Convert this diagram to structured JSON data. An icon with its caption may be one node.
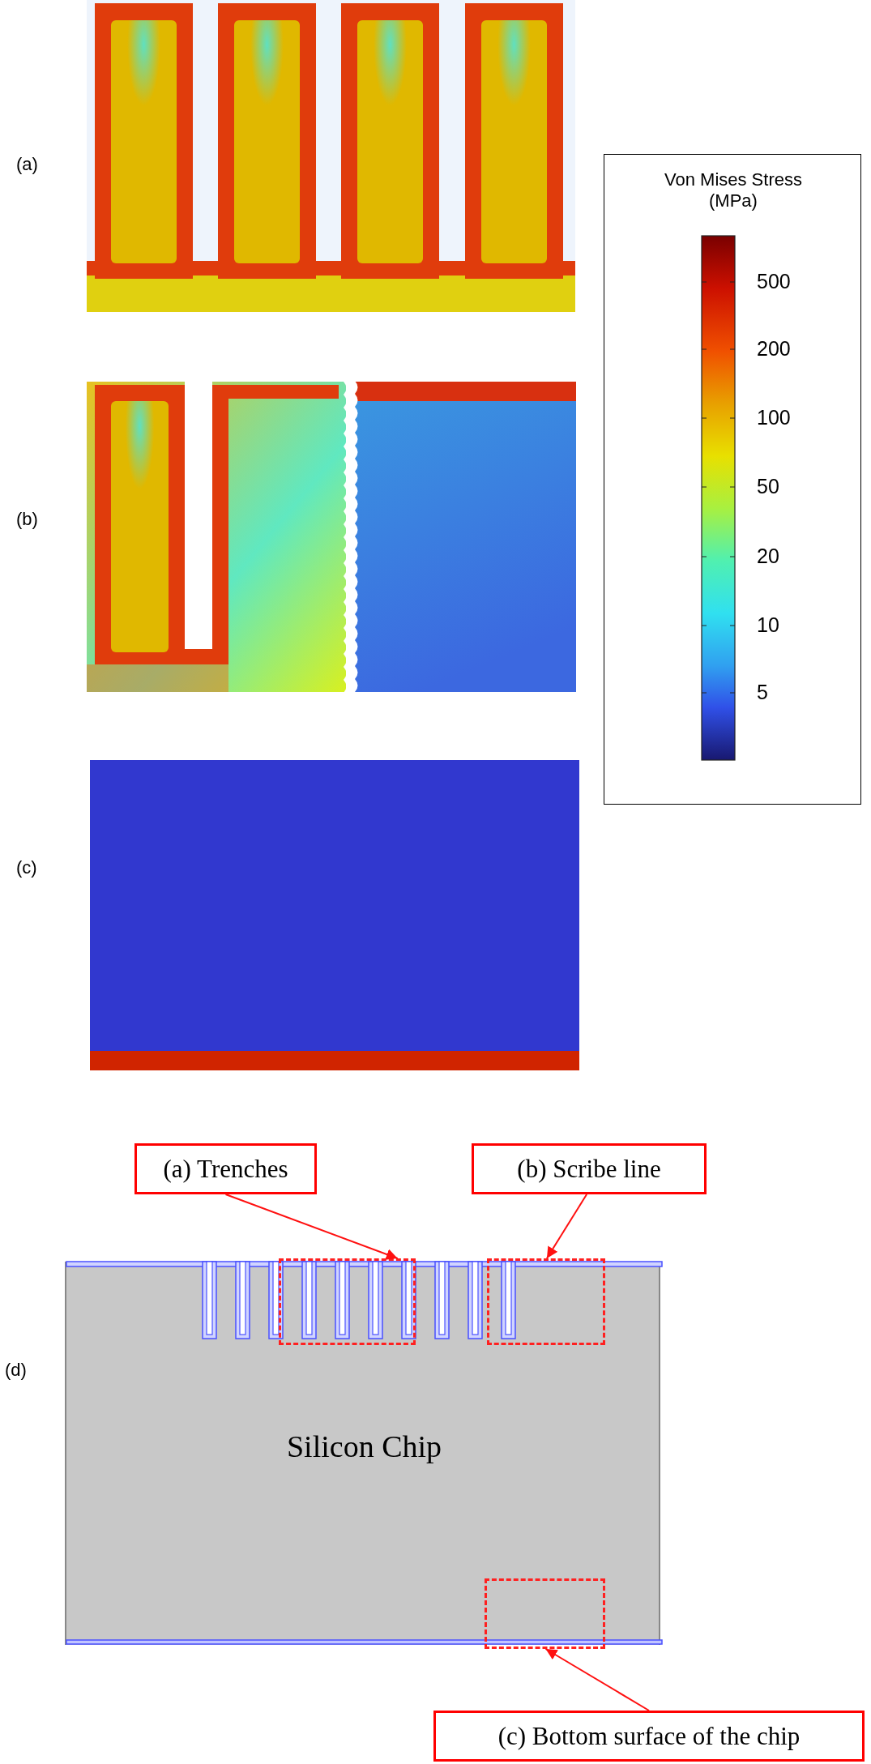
{
  "diagram": {
    "nodes": [
      {
        "text": [
          "(a) Trenches"
        ]
      },
      {
        "text": [
          "(b) Scribe line"
        ]
      },
      {
        "text": [
          "(c) Bottom surface of the chip"
        ]
      },
      {
        "text": [
          "Silicon Chip"
        ]
      },
      {
        "text": [],
        "shape": "box",
        "in": 3
      },
      {
        "text": [],
        "shape": "box",
        "in": 3
      },
      {
        "text": [],
        "shape": "box",
        "in": 3
      },
      {
        "text": [
          "Von Mises Stress (MPa)"
        ]
      }
    ],
    "edges": [
      {
        "from": 0,
        "to": 4,
        "arrow": "to"
      },
      {
        "from": 1,
        "to": 5,
        "arrow": "to"
      },
      {
        "from": 2,
        "to": 6,
        "arrow": "to"
      }
    ],
    "labels": [
      "(a)",
      "500",
      "200",
      "100",
      "50",
      "20",
      "10",
      "5",
      "(b)",
      "(c)",
      "(d)"
    ]
  }
}
